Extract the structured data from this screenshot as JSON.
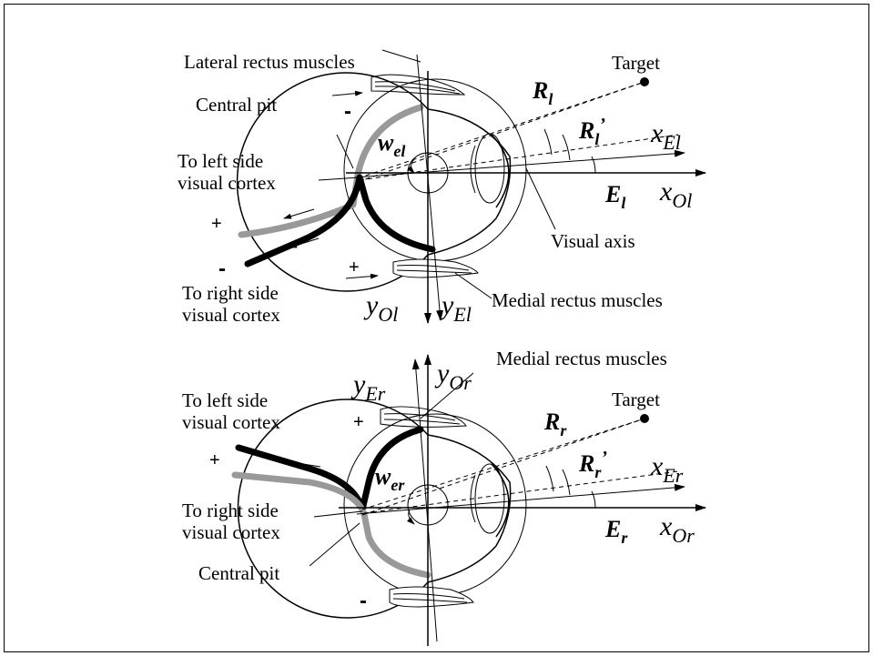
{
  "top": {
    "lateral_muscles": "Lateral rectus muscles",
    "target": "Target",
    "central_pit": "Central pit",
    "to_left_1": "To left side",
    "to_left_2": "visual cortex",
    "to_right_1": "To right side",
    "to_right_2": "visual cortex",
    "visual_axis": "Visual axis",
    "medial_muscles": "Medial rectus muscles",
    "R_base": "R",
    "R_sub": "l",
    "Rp_base": "R",
    "Rp_sub": "l",
    "Rp_prime": "’",
    "E_base": "E",
    "E_sub": "l",
    "w_base": "w",
    "w_sub": "el",
    "xE_base": "x",
    "xE_sub": "El",
    "xO_base": "x",
    "xO_sub": "Ol",
    "yO_base": "y",
    "yO_sub": "Ol",
    "yE_base": "y",
    "yE_sub": "El",
    "sign_upper_minus": "-",
    "sign_plus_left": "+",
    "sign_minus_left": "-",
    "sign_plus_bottom": "+"
  },
  "bottom": {
    "medial_muscles": "Medial rectus muscles",
    "target": "Target",
    "to_left_1": "To left side",
    "to_left_2": "visual cortex",
    "to_right_1": "To right side",
    "to_right_2": "visual cortex",
    "central_pit": "Central pit",
    "R_base": "R",
    "R_sub": "r",
    "Rp_base": "R",
    "Rp_sub": "r",
    "Rp_prime": "’",
    "E_base": "E",
    "E_sub": "r",
    "w_base": "w",
    "w_sub": "er",
    "xE_base": "x",
    "xE_sub": "Er",
    "xO_base": "x",
    "xO_sub": "Or",
    "yE_base": "y",
    "yE_sub": "Er",
    "yO_base": "y",
    "yO_sub": "Or",
    "sign_plus_upper": "+",
    "sign_plus_left": "+",
    "sign_minus_bottom": "-"
  }
}
